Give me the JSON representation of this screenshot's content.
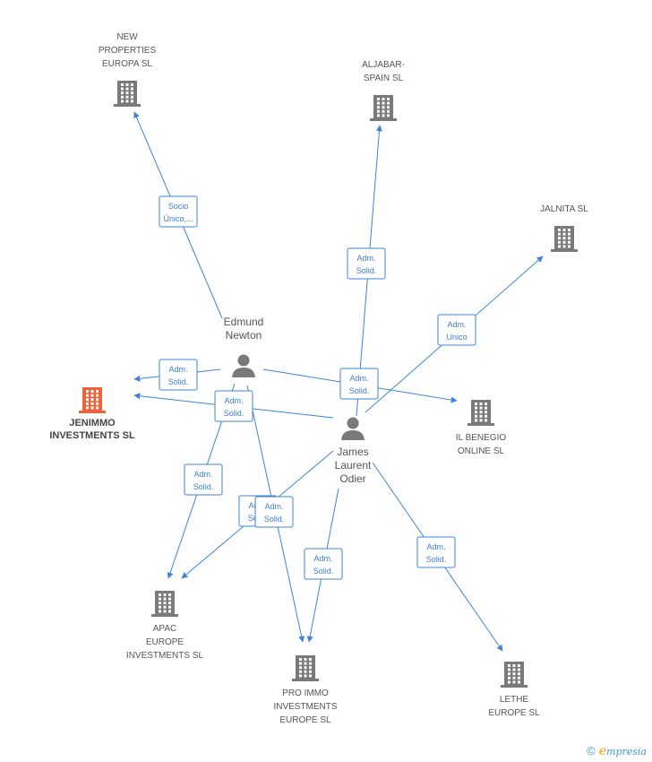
{
  "colors": {
    "company": "#7a7a7a",
    "company_main": "#f0633a",
    "person": "#7a7a7a",
    "edge": "#3d84d6"
  },
  "companies": [
    {
      "id": "new_properties",
      "lines": [
        "NEW",
        "PROPERTIES",
        "EUROPA SL"
      ],
      "main": false
    },
    {
      "id": "aljabar",
      "lines": [
        "ALJABAR-",
        "SPAIN SL"
      ],
      "main": false
    },
    {
      "id": "jalnita",
      "lines": [
        "JALNITA SL"
      ],
      "main": false
    },
    {
      "id": "jenimmo",
      "lines": [
        "JENIMMO",
        "INVESTMENTS SL"
      ],
      "main": true
    },
    {
      "id": "il_benegio",
      "lines": [
        "IL BENEGIO",
        "ONLINE SL"
      ],
      "main": false
    },
    {
      "id": "apac",
      "lines": [
        "APAC",
        "EUROPE",
        "INVESTMENTS SL"
      ],
      "main": false
    },
    {
      "id": "pro_immo",
      "lines": [
        "PRO IMMO",
        "INVESTMENTS",
        "EUROPE SL"
      ],
      "main": false
    },
    {
      "id": "lethe",
      "lines": [
        "LETHE",
        "EUROPE SL"
      ],
      "main": false
    }
  ],
  "persons": [
    {
      "id": "edmund",
      "lines": [
        "Edmund",
        "Newton"
      ]
    },
    {
      "id": "james",
      "lines": [
        "James",
        "Laurent",
        "Odier"
      ]
    }
  ],
  "relations": [
    {
      "id": "r1",
      "from": "edmund",
      "to": "new_properties",
      "label": [
        "Socio",
        "Único,..."
      ]
    },
    {
      "id": "r2",
      "from": "james",
      "to": "aljabar",
      "label": [
        "Adm.",
        "Solid."
      ]
    },
    {
      "id": "r3",
      "from": "james",
      "to": "jalnita",
      "label": [
        "Adm.",
        "Unico"
      ]
    },
    {
      "id": "r4",
      "from": "edmund",
      "to": "jenimmo",
      "label": [
        "Adm.",
        "Solid."
      ]
    },
    {
      "id": "r5",
      "from": "james",
      "to": "jenimmo",
      "label": [
        "Adm.",
        "Solid."
      ]
    },
    {
      "id": "r6",
      "from": "edmund",
      "to": "il_benegio",
      "label": [
        "Adm.",
        "Solid."
      ]
    },
    {
      "id": "r7",
      "from": "edmund",
      "to": "apac",
      "label": [
        "Adm.",
        "Solid."
      ]
    },
    {
      "id": "r8",
      "from": "james",
      "to": "apac",
      "label": [
        "Adm.",
        "Solid."
      ]
    },
    {
      "id": "r9",
      "from": "edmund",
      "to": "pro_immo",
      "label": [
        "Adm.",
        "Solid."
      ]
    },
    {
      "id": "r10",
      "from": "james",
      "to": "pro_immo",
      "label": [
        "Adm.",
        "Solid."
      ]
    },
    {
      "id": "r11",
      "from": "james",
      "to": "lethe",
      "label": [
        "Adm.",
        "Solid."
      ]
    }
  ],
  "footer": {
    "copyright": "©",
    "brand_initial": "e",
    "brand_rest": "mpresia"
  }
}
